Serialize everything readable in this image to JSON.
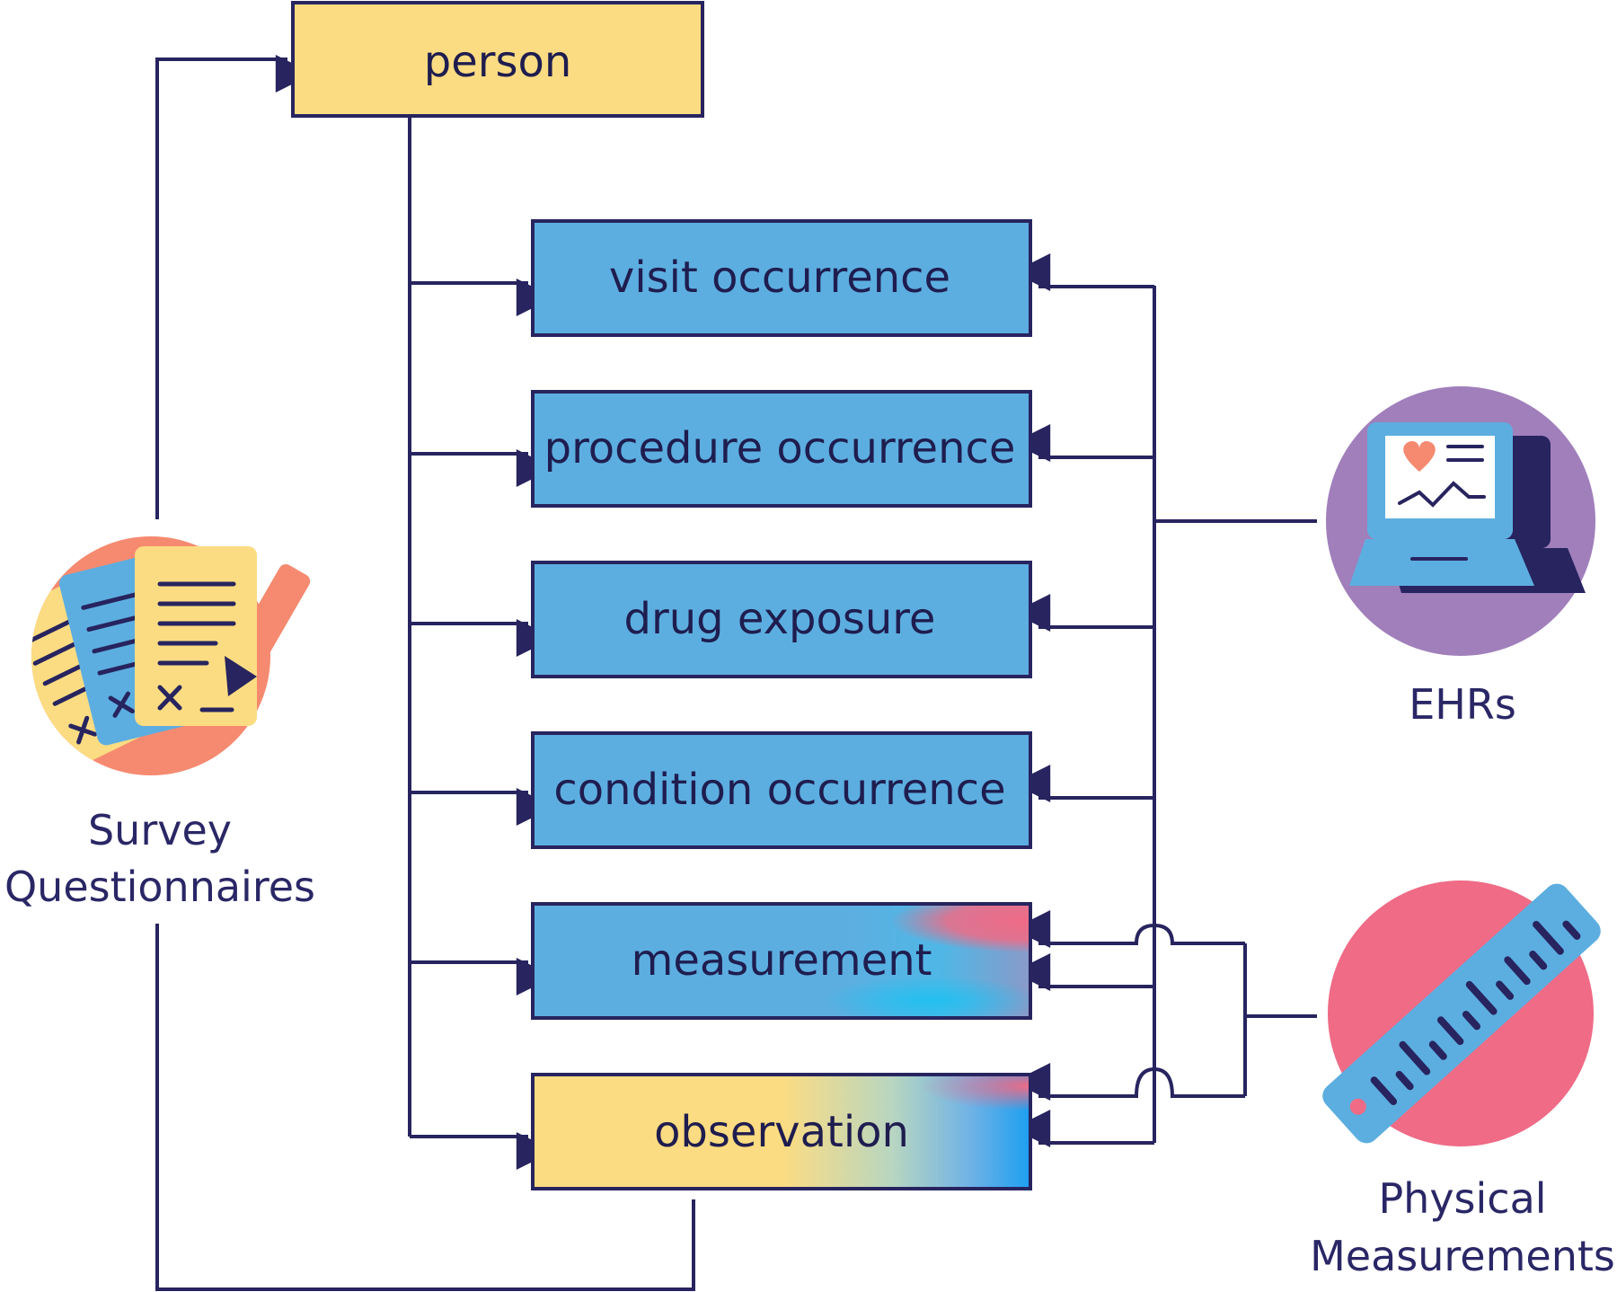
{
  "colors": {
    "line": "#27245f",
    "person_fill": "#fcdc82",
    "table_fill": "#5daee0",
    "survey_circle": "#f58a70",
    "ehr_circle": "#a07fbb",
    "physical_circle": "#ef6b86",
    "paper_yellow": "#fcdc82",
    "paper_blue": "#5daee0",
    "pink_accent": "#ef6b86",
    "cyan_accent": "#22c0f0"
  },
  "nodes": {
    "person": "person",
    "visit_occurrence": "visit occurrence",
    "procedure_occurrence": "procedure occurrence",
    "drug_exposure": "drug exposure",
    "condition_occurrence": "condition occurrence",
    "measurement": "measurement",
    "observation": "observation"
  },
  "sources": {
    "survey_line1": "Survey",
    "survey_line2": "Questionnaires",
    "ehr": "EHRs",
    "physical_line1": "Physical",
    "physical_line2": "Measurements"
  },
  "icons": {
    "survey": "survey-papers-icon",
    "ehr": "laptop-heart-icon",
    "physical": "ruler-icon"
  }
}
